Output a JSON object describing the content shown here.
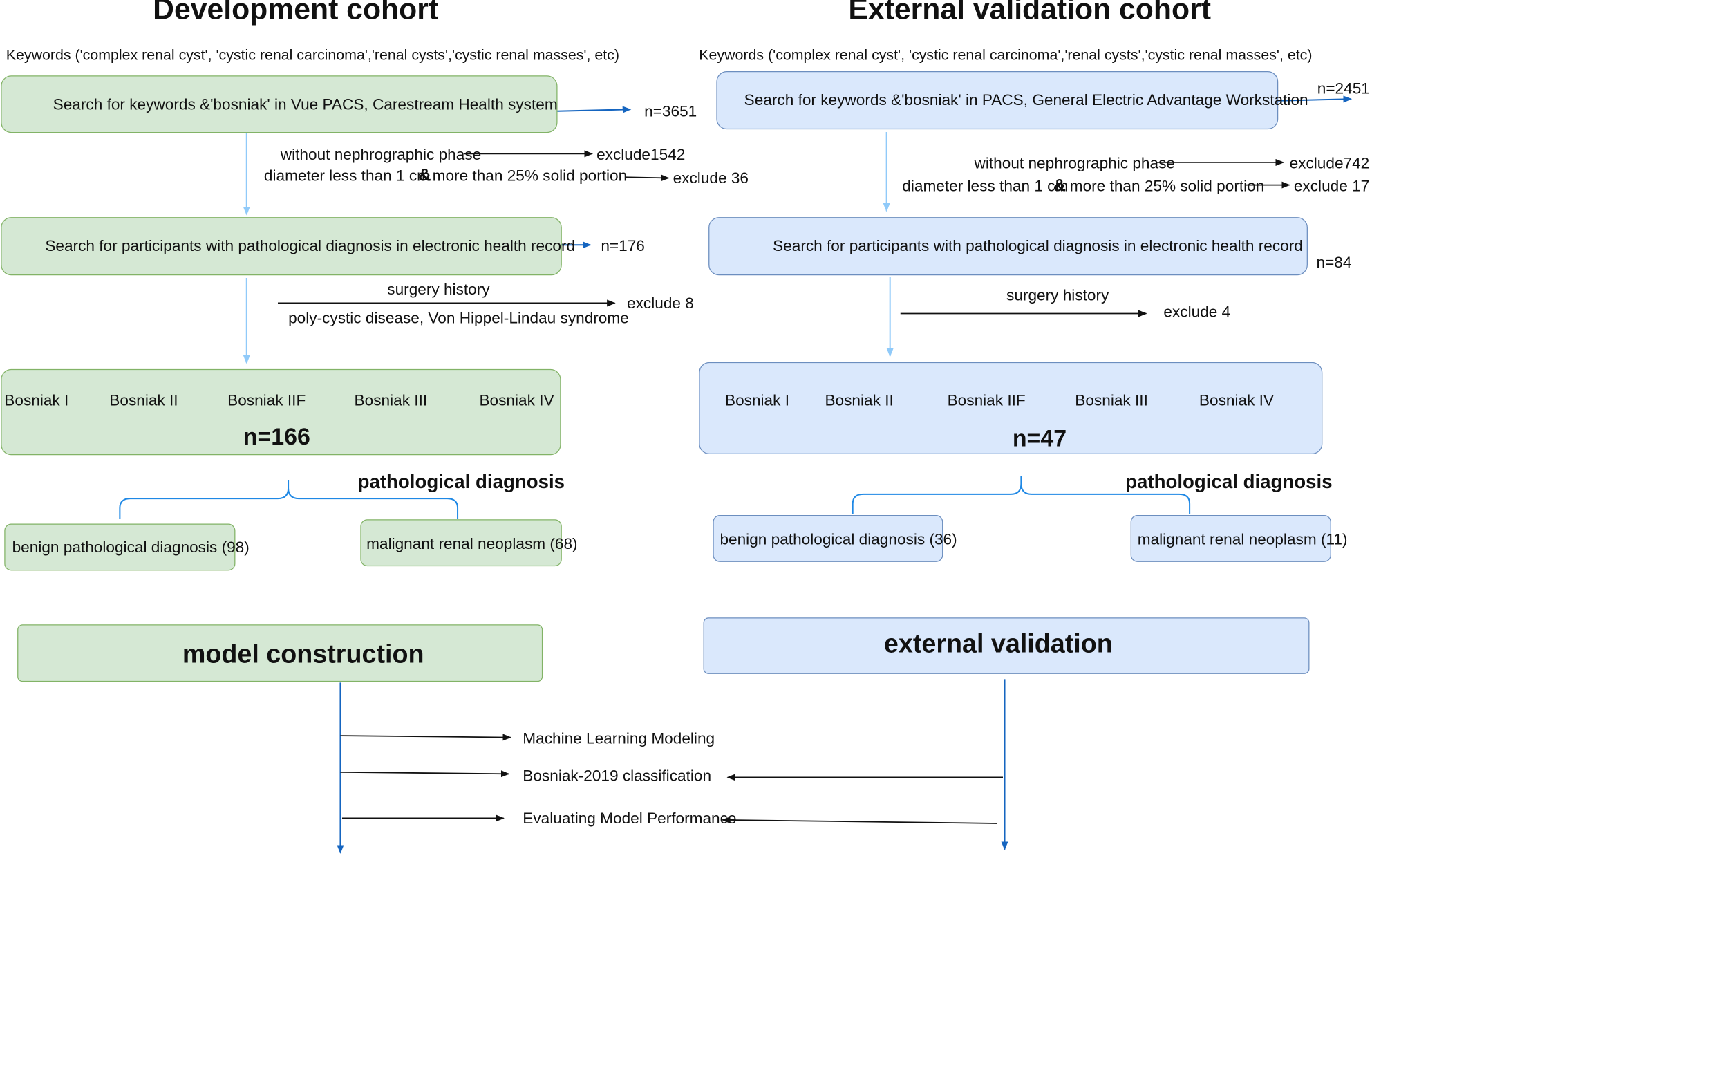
{
  "development": {
    "heading": "Development cohort",
    "keywords": "Keywords ('complex renal cyst', 'cystic renal carcinoma','renal cysts','cystic renal masses',  etc)",
    "search_box": "Search for keywords &'bosniak' in Vue PACS, Carestream Health system",
    "n_search": "n=3651",
    "excl1_label": "without nephrographic phase",
    "excl1_count": "exclude1542",
    "excl2_label_a": "diameter less than 1 cm",
    "amp": "&",
    "excl2_label_b": "more than 25% solid portion",
    "excl2_count": "exclude 36",
    "patho_box": "Search for participants with pathological diagnosis in electronic health record",
    "n_patho": "n=176",
    "excl3_label": "surgery history",
    "excl4_label": "poly-cystic disease, Von Hippel-Lindau syndrome",
    "excl34_count": "exclude 8",
    "bosniak": [
      "Bosniak  I",
      "Bosniak  II",
      "Bosniak  IIF",
      "Bosniak  III",
      "Bosniak  IV"
    ],
    "n_final": "n=166",
    "patho_heading": "pathological diagnosis",
    "benign": "benign  pathological diagnosis (98)",
    "malignant": "malignant renal neoplasm (68)",
    "model_box": "model construction"
  },
  "validation": {
    "heading": "External validation cohort",
    "keywords": "Keywords ('complex renal cyst', 'cystic renal carcinoma','renal cysts','cystic renal masses',  etc)",
    "search_box": "Search for keywords &'bosniak' in PACS, General Electric Advantage Workstation",
    "n_search": "n=2451",
    "excl1_label": "without nephrographic phase",
    "excl1_count": "exclude742",
    "excl2_label_a": "diameter less than 1 cm",
    "amp": "&",
    "excl2_label_b": "more than 25% solid portion",
    "excl2_count": "exclude 17",
    "patho_box": "Search for participants with pathological diagnosis in electronic health record",
    "n_patho": "n=84",
    "excl3_label": "surgery history",
    "excl3_count": "exclude 4",
    "bosniak": [
      "Bosniak  I",
      "Bosniak  II",
      "Bosniak  IIF",
      "Bosniak  III",
      "Bosniak  IV"
    ],
    "n_final": "n=47",
    "patho_heading": "pathological diagnosis",
    "benign": "benign  pathological diagnosis (36)",
    "malignant": "malignant renal neoplasm (11)",
    "model_box": "external validation"
  },
  "steps": {
    "ml": "Machine Learning Modeling",
    "bosniak2019": "Bosniak-2019 classification",
    "eval": "Evaluating Model Performance"
  },
  "colors": {
    "green_fill": "#d5e8d4",
    "green_border": "#82b366",
    "blue_fill": "#dae8fc",
    "blue_border": "#6c8ebf",
    "dark_blue_arrow": "#1565c0",
    "light_blue_arrow": "#90caf9",
    "bracket": "#1e88e5"
  }
}
